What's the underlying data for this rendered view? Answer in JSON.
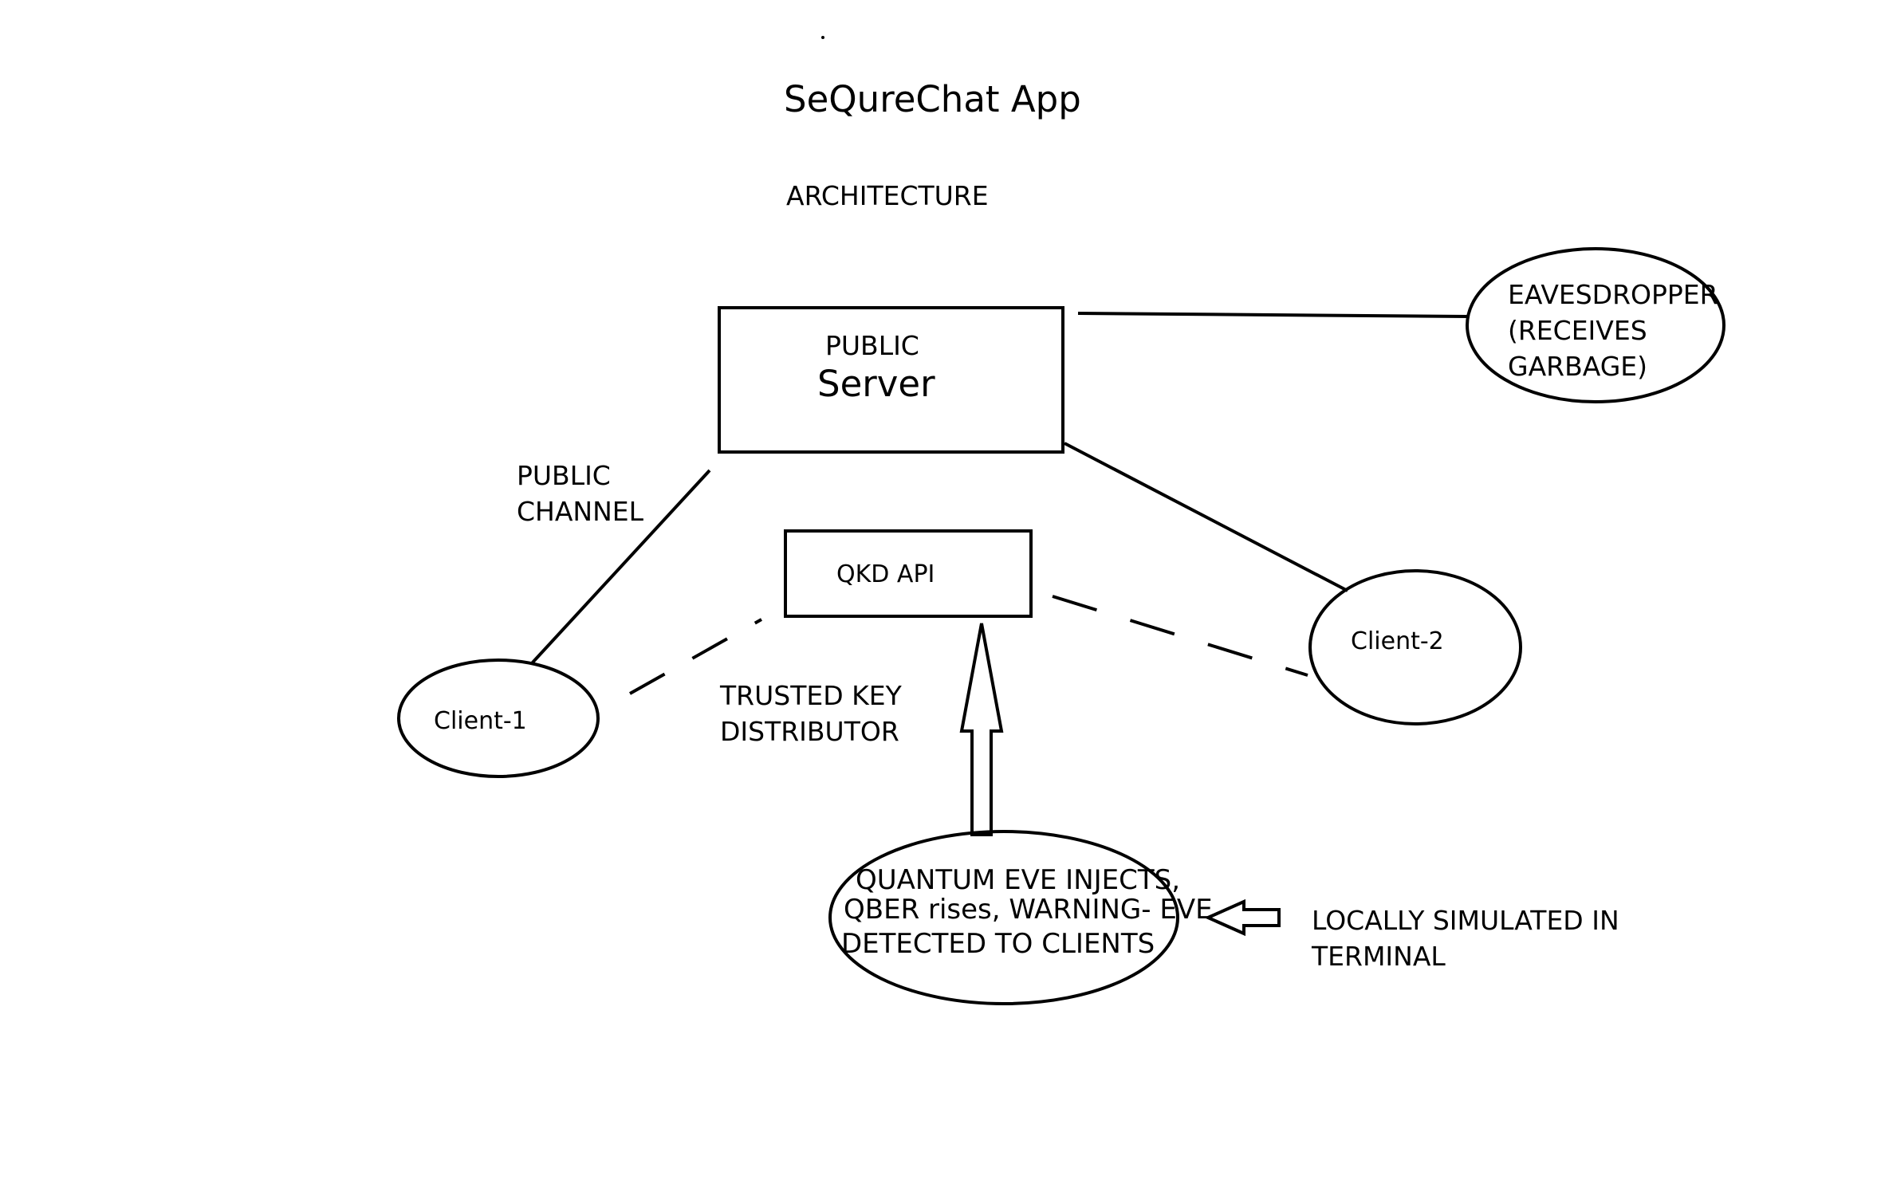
{
  "header": {
    "title": "SeQureChat App",
    "subtitle": "ARCHITECTURE"
  },
  "nodes": {
    "server": {
      "line1": "PUBLIC",
      "line2": "Server"
    },
    "qkd_api": {
      "label": "QKD API"
    },
    "eavesdropper": {
      "line1": "EAVESDROPPER",
      "line2": "(RECEIVES",
      "line3": "GARBAGE)"
    },
    "client1": {
      "label": "Client-1"
    },
    "client2": {
      "label": "Client-2"
    },
    "quantum_eve": {
      "line1": "QUANTUM EVE INJECTS,",
      "line2": "QBER rises, WARNING- EVE",
      "line3": "DETECTED TO CLIENTS"
    }
  },
  "labels": {
    "public_channel": {
      "line1": "PUBLIC",
      "line2": "CHANNEL"
    },
    "trusted_key": {
      "line1": "TRUSTED KEY",
      "line2": "DISTRIBUTOR"
    },
    "local_sim": {
      "line1": "LOCALLY SIMULATED IN",
      "line2": "TERMINAL"
    }
  },
  "style": {
    "stroke": "#000000",
    "background": "#ffffff"
  }
}
